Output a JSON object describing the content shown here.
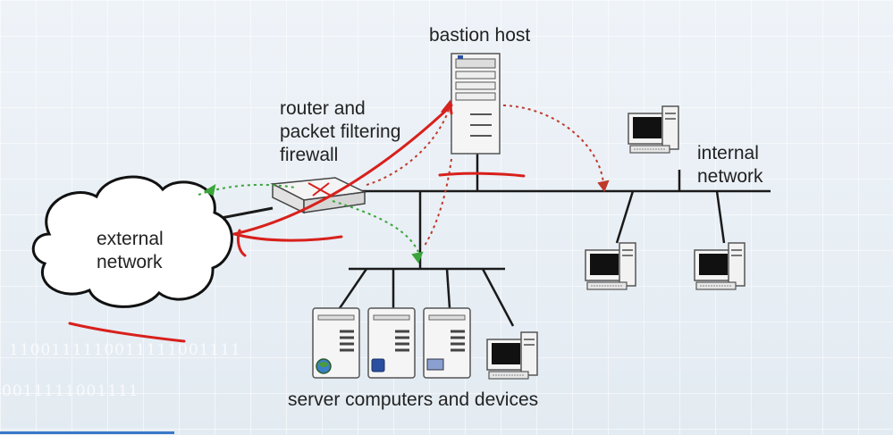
{
  "labels": {
    "bastion_host": "bastion host",
    "router_line1": "router and",
    "router_line2": "packet filtering",
    "router_line3": "firewall",
    "internal_line1": "internal",
    "internal_line2": "network",
    "external_line1": "external",
    "external_line2": "network",
    "servers": "server computers and devices"
  },
  "background_text": {
    "binary_row1": "1100111110011111001111",
    "binary_row2": "0011111001111"
  },
  "colors": {
    "annotation_red": "#d8201c",
    "dotted_red": "#c0392b",
    "dotted_green": "#3aa53a",
    "line": "#1a1a1a"
  }
}
